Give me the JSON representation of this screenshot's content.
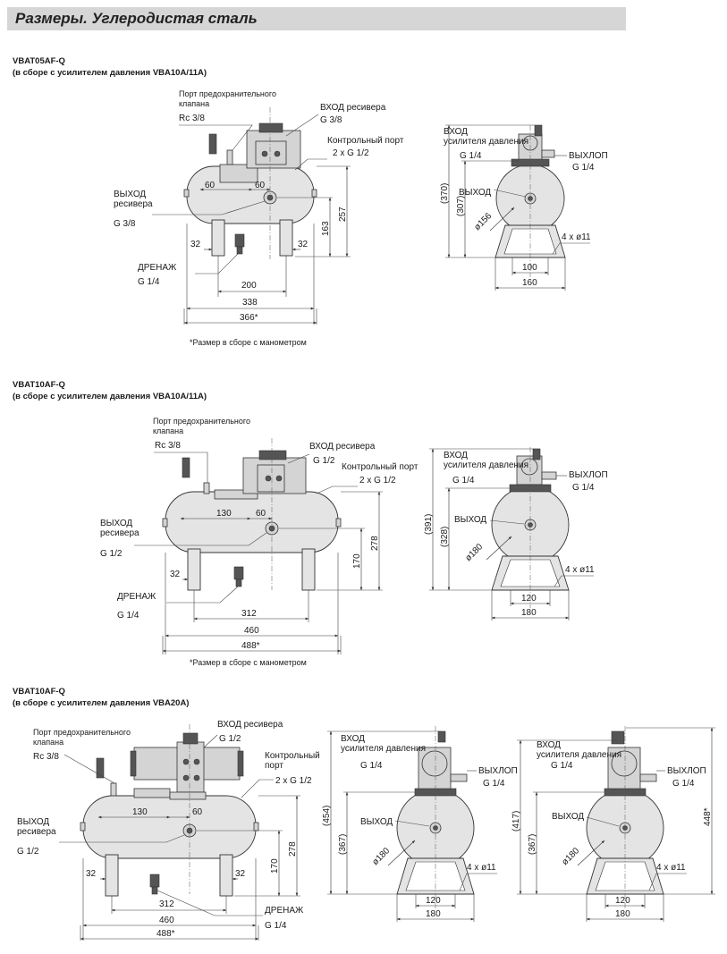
{
  "header": {
    "title": "Размеры. Углеродистая сталь"
  },
  "sections": [
    {
      "model": "VBAT05AF-Q",
      "subtitle": "(в сборе с усилителем давления VBA10A/11A)",
      "front": {
        "relief_label": "Порт предохранительного\nклапана",
        "relief_thread": "Rc 3/8",
        "inlet_label": "ВХОД ресивера",
        "inlet_thread": "G 3/8",
        "control_label": "Контрольный порт",
        "control_thread": "2 x G 1/2",
        "outlet_label": "ВЫХОД\nресивера",
        "outlet_thread": "G 3/8",
        "drain_label": "ДРЕНАЖ",
        "drain_thread": "G 1/4",
        "dims": {
          "a": "60",
          "b": "60",
          "leg_l": "32",
          "leg_r": "32",
          "legs": "200",
          "body": "338",
          "total": "366*",
          "h1": "257",
          "h2": "163"
        },
        "note": "*Размер в сборе с манометром"
      },
      "side": {
        "inlet_label": "ВХОД\nусилителя давления",
        "inlet_thread": "G 1/4",
        "exhaust_label": "ВЫХЛОП",
        "exhaust_thread": "G 1/4",
        "outlet_label": "ВЫХОД",
        "dims": {
          "h_total": "(370)",
          "h_mid": "(307)",
          "dia": "ø156",
          "holes": "4 x ø11",
          "base_in": "100",
          "base_out": "160"
        }
      }
    },
    {
      "model": "VBAT10AF-Q",
      "subtitle": "(в сборе с усилителем давления VBA10A/11A)",
      "front": {
        "relief_label": "Порт предохранительного\nклапана",
        "relief_thread": "Rc 3/8",
        "inlet_label": "ВХОД ресивера",
        "inlet_thread": "G 1/2",
        "control_label": "Контрольный порт",
        "control_thread": "2 x G 1/2",
        "outlet_label": "ВЫХОД\nресивера",
        "outlet_thread": "G 1/2",
        "drain_label": "ДРЕНАЖ",
        "drain_thread": "G 1/4",
        "dims": {
          "a": "130",
          "b": "60",
          "leg_l": "32",
          "legs": "312",
          "body": "460",
          "total": "488*",
          "h1": "278",
          "h2": "170"
        },
        "note": "*Размер в сборе с манометром"
      },
      "side": {
        "inlet_label": "ВХОД\nусилителя давления",
        "inlet_thread": "G 1/4",
        "exhaust_label": "ВЫХЛОП",
        "exhaust_thread": "G 1/4",
        "outlet_label": "ВЫХОД",
        "dims": {
          "h_total": "(391)",
          "h_mid": "(328)",
          "dia": "ø180",
          "holes": "4 x ø11",
          "base_in": "120",
          "base_out": "180"
        }
      }
    },
    {
      "model": "VBAT10AF-Q",
      "subtitle": "(в сборе с усилителем давления VBA20A)",
      "front": {
        "relief_label": "Порт предохранительного\nклапана",
        "relief_thread": "Rc 3/8",
        "inlet_label": "ВХОД ресивера",
        "inlet_thread": "G 1/2",
        "control_label": "Контрольный\nпорт",
        "control_thread": "2 x G 1/2",
        "outlet_label": "ВЫХОД\nресивера",
        "outlet_thread": "G 1/2",
        "drain_label": "ДРЕНАЖ",
        "drain_thread": "G 1/4",
        "dims": {
          "a": "130",
          "b": "60",
          "leg_l": "32",
          "leg_r": "32",
          "legs": "312",
          "body": "460",
          "total": "488*",
          "h1": "278",
          "h2": "170"
        }
      },
      "side": {
        "inlet_label": "ВХОД\nусилителя давления",
        "inlet_thread": "G 1/4",
        "exhaust_label": "ВЫХЛОП",
        "exhaust_thread": "G 1/4",
        "outlet_label": "ВЫХОД",
        "dims": {
          "h_total": "(454)",
          "h_mid": "(367)",
          "dia": "ø180",
          "holes": "4 x ø11",
          "base_in": "120",
          "base_out": "180"
        }
      },
      "side2": {
        "inlet_label": "ВХОД\nусилителя давления",
        "inlet_thread": "G 1/4",
        "exhaust_label": "ВЫХЛОП",
        "exhaust_thread": "G 1/4",
        "outlet_label": "ВЫХОД",
        "dims": {
          "h_total": "(417)",
          "h_mid": "(367)",
          "h_right": "448*",
          "dia": "ø180",
          "holes": "4 x ø11",
          "base_in": "120",
          "base_out": "180"
        }
      }
    }
  ]
}
